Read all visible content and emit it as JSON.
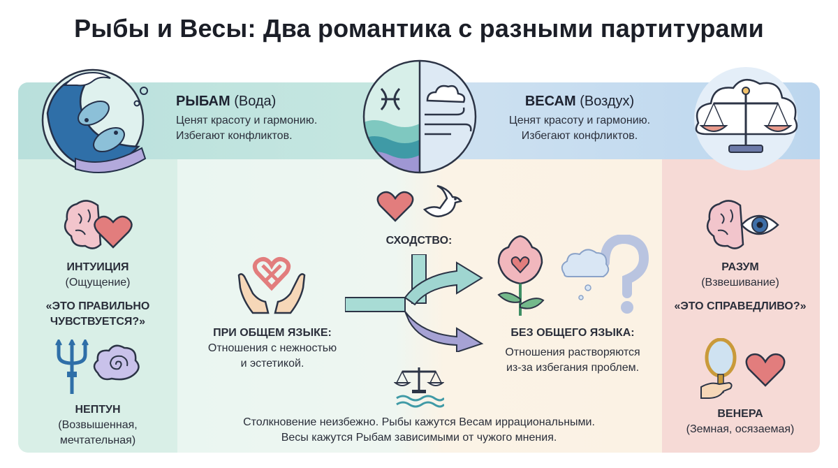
{
  "title": "Рыбы и Весы: Два романтика с разными партитурами",
  "pisces": {
    "name": "РЫБАМ",
    "element": "(Вода)",
    "line1": "Ценят красоту и гармонию.",
    "line2": "Избегают конфликтов.",
    "mode_title": "ИНТУИЦИЯ",
    "mode_sub": "(Ощущение)",
    "quote_line1": "«ЭТО ПРАВИЛЬНО",
    "quote_line2": "ЧУВСТВУЕТСЯ?»",
    "planet": "НЕПТУН",
    "planet_line1": "(Возвышенная,",
    "planet_line2": "мечтательная)"
  },
  "libra": {
    "name": "ВЕСАМ",
    "element": "(Воздух)",
    "line1": "Ценят красоту и гармонию.",
    "line2": "Избегают конфликтов.",
    "mode_title": "РАЗУМ",
    "mode_sub": "(Взвешивание)",
    "quote": "«ЭТО СПРАВЕДЛИВО?»",
    "planet": "ВЕНЕРА",
    "planet_sub": "(Земная, осязаемая)"
  },
  "center": {
    "similarity": "СХОДСТВО:",
    "common_title": "ПРИ ОБЩЕМ ЯЗЫКЕ:",
    "common_line1": "Отношения с нежностью",
    "common_line2": "и эстетикой.",
    "nocommon_title": "БЕЗ ОБЩЕГО ЯЗЫКА:",
    "nocommon_line1": "Отношения растворяются",
    "nocommon_line2": "из-за избегания проблем.",
    "conflict_line1": "Столкновение неизбежно. Рыбы кажутся Весам иррациональными.",
    "conflict_line2": "Весы кажутся Рыбам зависимыми от чужого мнения."
  },
  "icons": {
    "wave": "wave-pisces-icon",
    "pisces_symbol": "pisces-symbol-icon",
    "air": "air-wind-icon",
    "scales_cloud": "scales-cloud-icon",
    "brain_heart": "brain-heart-icon",
    "trident": "trident-icon",
    "spiral_cloud": "spiral-cloud-icon",
    "hands_heart": "hands-heart-icon",
    "heart": "heart-icon",
    "dove": "dove-icon",
    "fork_arrow": "fork-arrow-icon",
    "rose_heart": "rose-heart-icon",
    "question_cloud": "question-cloud-icon",
    "scales_wave": "scales-wave-icon",
    "brain_eye": "brain-eye-icon",
    "mirror_hand": "mirror-hand-icon"
  },
  "colors": {
    "teal_header": "#bfe3df",
    "blue_header": "#cfe0f2",
    "teal_side": "#d8efe8",
    "pink_side": "#f7d9d6",
    "cream_center": "#fbf5e8",
    "heart": "#e27d7d",
    "arrow_teal": "#9bd3cf",
    "arrow_purple": "#a9a6d6"
  }
}
